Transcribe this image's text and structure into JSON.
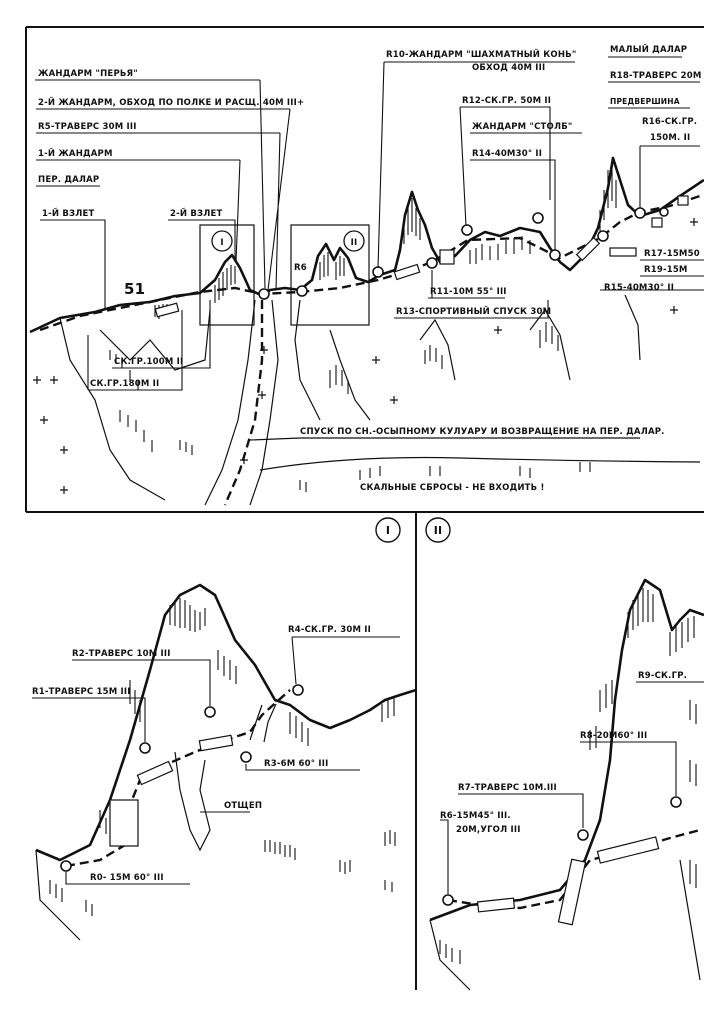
{
  "top": {
    "number": "51",
    "labels": {
      "r10": "R10-ЖАНДАРМ \"ШАХМАТНЫЙ КОНЬ\"",
      "r10b": "ОБХОД 40М III",
      "maly": "МАЛЫЙ ДАЛАР",
      "r18": "R18-ТРАВЕРС 20М",
      "predv": "ПРЕДВЕРШИНА",
      "perya": "ЖАНДАРМ \"ПЕРЬЯ\"",
      "second_gendarme": "2-Й ЖАНДАРМ, ОБХОД ПО ПОЛКЕ И РАСЩ. 40М III+",
      "r12": "R12-СК.ГР. 50М II",
      "r5": "R5-ТРАВЕРС 30М III",
      "stolb": "ЖАНДАРМ \"СТОЛБ\"",
      "r16a": "R16-СК.ГР.",
      "r16b": "150М. II",
      "first_gendarme": "1-Й ЖАНДАРМ",
      "r14": "R14-40М30° II",
      "pass": "ПЕР. ДАЛАР",
      "vzlet1": "1-Й ВЗЛЕТ",
      "vzlet2": "2-Й ВЗЛЕТ",
      "r6": "R6",
      "r17": "R17-15М50",
      "r19": "R19-15М",
      "r11": "R11-10М 55° III",
      "r15": "R15-40М30° II",
      "r13": "R13-СПОРТИВНЫЙ СПУСК 30М",
      "skgr100": "СК.ГР.100М II",
      "skgr180": "СК.ГР.180М II",
      "descent": "СПУСК ПО СН.-ОСЫПНОМУ КУЛУАРУ И ВОЗВРАЩЕНИЕ НА ПЕР. ДАЛАР.",
      "cliffs": "СКАЛЬНЫЕ СБРОСЫ - НЕ ВХОДИТЬ !"
    },
    "insets": {
      "one": "I",
      "two": "II"
    }
  },
  "panel1": {
    "marker": "I",
    "labels": {
      "r4": "R4-СК.ГР. 30М II",
      "r2": "R2-ТРАВЕРС 10М III",
      "r1": "R1-ТРАВЕРС 15М III",
      "r3": "R3-6М 60° III",
      "otshep": "ОТЩЕП",
      "r0": "R0- 15М 60° III"
    }
  },
  "panel2": {
    "marker": "II",
    "labels": {
      "r9": "R9-СК.ГР.",
      "r8": "R8-20М60° III",
      "r7": "R7-ТРАВЕРС 10М.III",
      "r6a": "R6-15М45° III.",
      "r6b": "20М,УГОЛ III"
    }
  }
}
